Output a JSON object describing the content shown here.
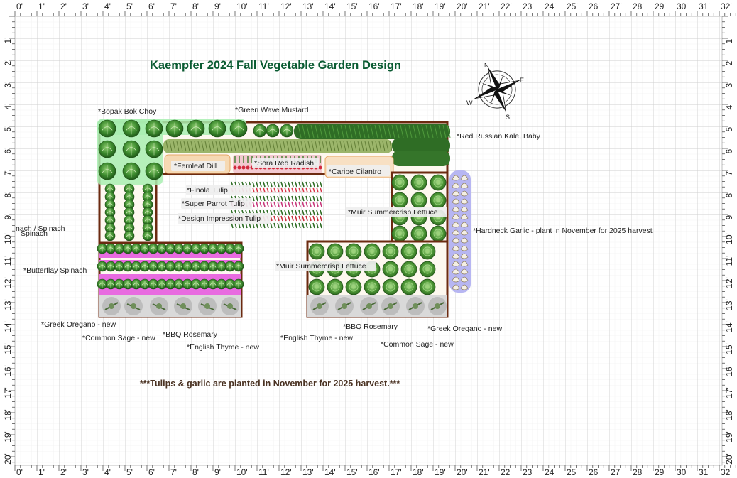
{
  "title": "Kaempfer 2024 Fall Vegetable Garden Design",
  "note": "***Tulips & garlic are planted in November for 2025 harvest.***",
  "ruler": {
    "columns": [
      "0'",
      "1'",
      "2'",
      "3'",
      "4'",
      "5'",
      "6'",
      "7'",
      "8'",
      "9'",
      "10'",
      "11'",
      "12'",
      "13'",
      "14'",
      "15'",
      "16'",
      "17'",
      "18'",
      "19'",
      "20'",
      "21'",
      "22'",
      "23'",
      "24'",
      "25'",
      "26'",
      "27'",
      "28'",
      "29'",
      "30'",
      "31'",
      "32'"
    ],
    "rows": [
      "1'",
      "2'",
      "3'",
      "4'",
      "5'",
      "6'",
      "7'",
      "8'",
      "9'",
      "10'",
      "11'",
      "12'",
      "13'",
      "14'",
      "15'",
      "16'",
      "17'",
      "18'",
      "19'",
      "20'"
    ]
  },
  "compass": {
    "n": "N",
    "e": "E",
    "s": "S",
    "w": "W"
  },
  "labels": {
    "bok_choy": "*Bopak Bok Choy",
    "mustard": "*Green Wave Mustard",
    "kale": "*Red Russian Kale, Baby",
    "dill": "*Fernleaf Dill",
    "radish": "*Sora Red Radish",
    "cilantro": "*Caribe Cilantro",
    "tulip_finola": "*Finola Tulip",
    "tulip_parrot": "*Super Parrot Tulip",
    "tulip_design": "*Design Impression Tulip",
    "lettuce_top": "*Muir Summercrisp Lettuce",
    "garlic": "*Hardneck Garlic - plant in November for 2025 harvest",
    "spinach_left_a": "nach / Spinach",
    "spinach_left_b": "Spinach",
    "butterflay": "*Butterflay Spinach",
    "lettuce_bottom": "*Muir Summercrisp Lettuce",
    "oregano_left": "*Greek Oregano - new",
    "sage_left": "*Common Sage - new",
    "rosemary_left": "*BBQ Rosemary",
    "thyme_left": "*English Thyme - new",
    "thyme_right": "*English Thyme - new",
    "rosemary_right": "*BBQ Rosemary",
    "oregano_right": "*Greek Oregano - new",
    "sage_right": "*Common Sage - new"
  },
  "colors": {
    "title": "#0a5b32",
    "note": "#4a3222",
    "bed_border": "#6b2a10",
    "pink_row": "#e86be0",
    "garlic_bed": "#b7b6f2",
    "bokchoy_bed": "#a8efb0",
    "grid": "#dcdcdc"
  }
}
